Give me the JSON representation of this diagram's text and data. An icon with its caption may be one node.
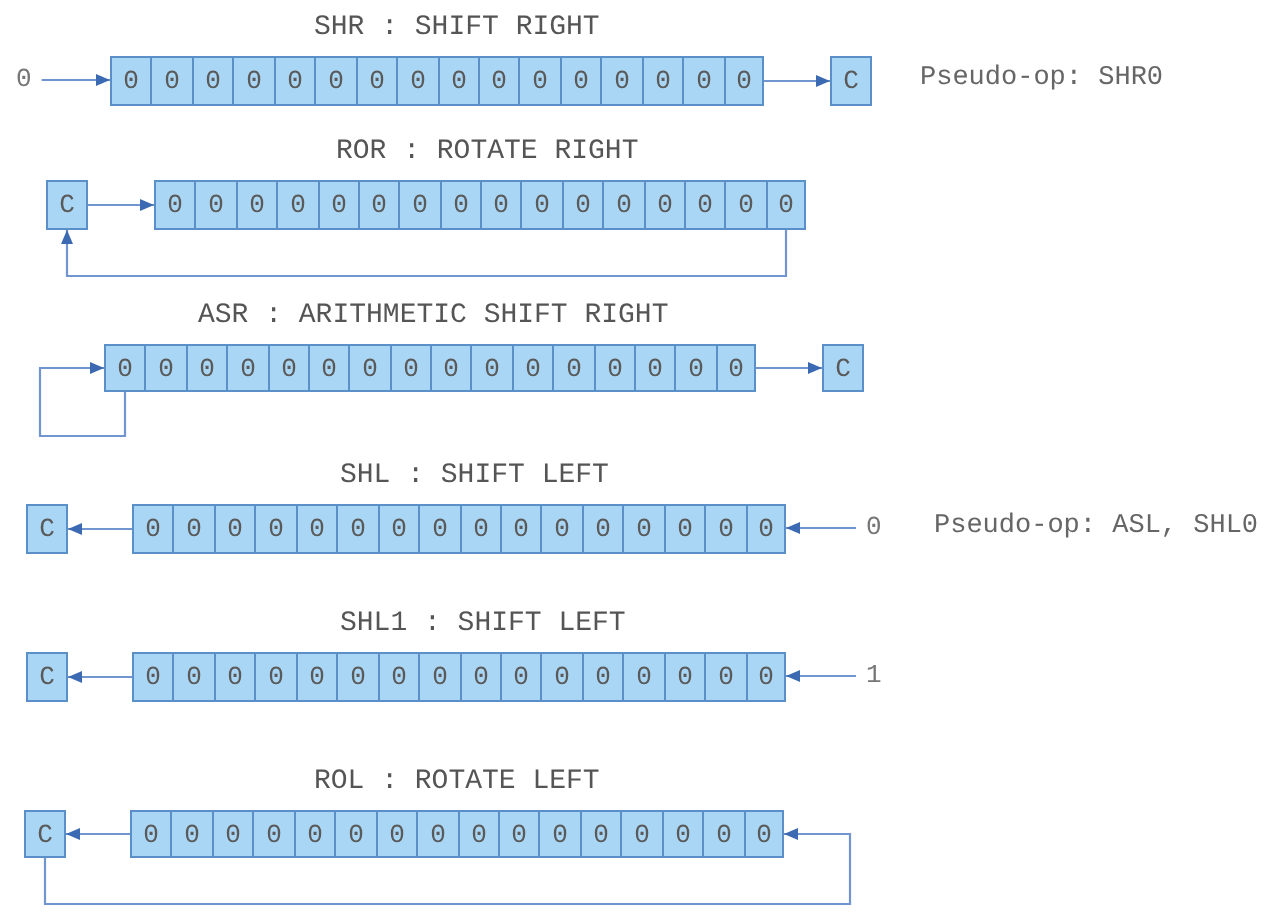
{
  "diagram": {
    "nodes": [
      {
        "text": [
          "SHR : SHIFT RIGHT"
        ]
      },
      {
        "text": [
          "0"
        ],
        "in": 0
      },
      {
        "text": [
          "0"
        ],
        "in": 0
      },
      {
        "text": [
          "0"
        ],
        "in": 0
      },
      {
        "text": [
          "0"
        ],
        "in": 0
      },
      {
        "text": [
          "0"
        ],
        "in": 0
      },
      {
        "text": [
          "0"
        ],
        "in": 0
      },
      {
        "text": [
          "0"
        ],
        "in": 0
      },
      {
        "text": [
          "0"
        ],
        "in": 0
      },
      {
        "text": [
          "0"
        ],
        "in": 0
      },
      {
        "text": [
          "0"
        ],
        "in": 0
      },
      {
        "text": [
          "0"
        ],
        "in": 0
      },
      {
        "text": [
          "0"
        ],
        "in": 0
      },
      {
        "text": [
          "0"
        ],
        "in": 0
      },
      {
        "text": [
          "0"
        ],
        "in": 0
      },
      {
        "text": [
          "0"
        ],
        "in": 0
      },
      {
        "text": [
          "0"
        ],
        "in": 0
      },
      {
        "text": [
          "0"
        ]
      },
      {
        "text": [
          "C"
        ]
      },
      {
        "text": [
          "ROR : ROTATE RIGHT"
        ]
      },
      {
        "text": [
          "0"
        ],
        "in": 19
      },
      {
        "text": [
          "0"
        ],
        "in": 19
      },
      {
        "text": [
          "0"
        ],
        "in": 19
      },
      {
        "text": [
          "0"
        ],
        "in": 19
      },
      {
        "text": [
          "0"
        ],
        "in": 19
      },
      {
        "text": [
          "0"
        ],
        "in": 19
      },
      {
        "text": [
          "0"
        ],
        "in": 19
      },
      {
        "text": [
          "0"
        ],
        "in": 19
      },
      {
        "text": [
          "0"
        ],
        "in": 19
      },
      {
        "text": [
          "0"
        ],
        "in": 19
      },
      {
        "text": [
          "0"
        ],
        "in": 19
      },
      {
        "text": [
          "0"
        ],
        "in": 19
      },
      {
        "text": [
          "0"
        ],
        "in": 19
      },
      {
        "text": [
          "0"
        ],
        "in": 19
      },
      {
        "text": [
          "0"
        ],
        "in": 19
      },
      {
        "text": [
          "0"
        ],
        "in": 19
      },
      {
        "text": [
          "C"
        ]
      },
      {
        "text": [
          "ASR : ARITHMETIC SHIFT RIGHT"
        ]
      },
      {
        "text": [
          "0"
        ],
        "in": 37
      },
      {
        "text": [
          "0"
        ],
        "in": 37
      },
      {
        "text": [
          "0"
        ],
        "in": 37
      },
      {
        "text": [
          "0"
        ],
        "in": 37
      },
      {
        "text": [
          "0"
        ],
        "in": 37
      },
      {
        "text": [
          "0"
        ],
        "in": 37
      },
      {
        "text": [
          "0"
        ],
        "in": 37
      },
      {
        "text": [
          "0"
        ],
        "in": 37
      },
      {
        "text": [
          "0"
        ],
        "in": 37
      },
      {
        "text": [
          "0"
        ],
        "in": 37
      },
      {
        "text": [
          "0"
        ],
        "in": 37
      },
      {
        "text": [
          "0"
        ],
        "in": 37
      },
      {
        "text": [
          "0"
        ],
        "in": 37
      },
      {
        "text": [
          "0"
        ],
        "in": 37
      },
      {
        "text": [
          "0"
        ],
        "in": 37
      },
      {
        "text": [
          "0"
        ],
        "in": 37
      },
      {
        "text": [
          "C"
        ]
      },
      {
        "text": [
          "SHL : SHIFT LEFT"
        ]
      },
      {
        "text": [
          "0"
        ],
        "in": 55
      },
      {
        "text": [
          "0"
        ],
        "in": 55
      },
      {
        "text": [
          "0"
        ],
        "in": 55
      },
      {
        "text": [
          "0"
        ],
        "in": 55
      },
      {
        "text": [
          "0"
        ],
        "in": 55
      },
      {
        "text": [
          "0"
        ],
        "in": 55
      },
      {
        "text": [
          "0"
        ],
        "in": 55
      },
      {
        "text": [
          "0"
        ],
        "in": 55
      },
      {
        "text": [
          "0"
        ],
        "in": 55
      },
      {
        "text": [
          "0"
        ],
        "in": 55
      },
      {
        "text": [
          "0"
        ],
        "in": 55
      },
      {
        "text": [
          "0"
        ],
        "in": 55
      },
      {
        "text": [
          "0"
        ],
        "in": 55
      },
      {
        "text": [
          "0"
        ],
        "in": 55
      },
      {
        "text": [
          "0"
        ],
        "in": 55
      },
      {
        "text": [
          "0"
        ],
        "in": 55
      },
      {
        "text": [
          "C"
        ]
      },
      {
        "text": [
          "0"
        ]
      },
      {
        "text": [
          "SHL1 : SHIFT LEFT"
        ]
      },
      {
        "text": [
          "0"
        ],
        "in": 74
      },
      {
        "text": [
          "0"
        ],
        "in": 74
      },
      {
        "text": [
          "0"
        ],
        "in": 74
      },
      {
        "text": [
          "0"
        ],
        "in": 74
      },
      {
        "text": [
          "0"
        ],
        "in": 74
      },
      {
        "text": [
          "0"
        ],
        "in": 74
      },
      {
        "text": [
          "0"
        ],
        "in": 74
      },
      {
        "text": [
          "0"
        ],
        "in": 74
      },
      {
        "text": [
          "0"
        ],
        "in": 74
      },
      {
        "text": [
          "0"
        ],
        "in": 74
      },
      {
        "text": [
          "0"
        ],
        "in": 74
      },
      {
        "text": [
          "0"
        ],
        "in": 74
      },
      {
        "text": [
          "0"
        ],
        "in": 74
      },
      {
        "text": [
          "0"
        ],
        "in": 74
      },
      {
        "text": [
          "0"
        ],
        "in": 74
      },
      {
        "text": [
          "0"
        ],
        "in": 74
      },
      {
        "text": [
          "C"
        ]
      },
      {
        "text": [
          "1"
        ]
      },
      {
        "text": [
          "ROL : ROTATE LEFT"
        ]
      },
      {
        "text": [
          "0"
        ],
        "in": 93
      },
      {
        "text": [
          "0"
        ],
        "in": 93
      },
      {
        "text": [
          "0"
        ],
        "in": 93
      },
      {
        "text": [
          "0"
        ],
        "in": 93
      },
      {
        "text": [
          "0"
        ],
        "in": 93
      },
      {
        "text": [
          "0"
        ],
        "in": 93
      },
      {
        "text": [
          "0"
        ],
        "in": 93
      },
      {
        "text": [
          "0"
        ],
        "in": 93
      },
      {
        "text": [
          "0"
        ],
        "in": 93
      },
      {
        "text": [
          "0"
        ],
        "in": 93
      },
      {
        "text": [
          "0"
        ],
        "in": 93
      },
      {
        "text": [
          "0"
        ],
        "in": 93
      },
      {
        "text": [
          "0"
        ],
        "in": 93
      },
      {
        "text": [
          "0"
        ],
        "in": 93
      },
      {
        "text": [
          "0"
        ],
        "in": 93
      },
      {
        "text": [
          "0"
        ],
        "in": 93
      },
      {
        "text": [
          "C"
        ]
      }
    ],
    "edges": [
      {
        "from": 17,
        "to": 1,
        "arrow": "to"
      },
      {
        "from": 16,
        "to": 18,
        "arrow": "to"
      },
      {
        "from": 36,
        "to": 20,
        "arrow": "to"
      },
      {
        "from": 35,
        "to": 36,
        "arrow": "to"
      },
      {
        "from": 38,
        "to": 38,
        "arrow": "to"
      },
      {
        "from": 53,
        "to": 54,
        "arrow": "to"
      },
      {
        "from": 56,
        "to": 72,
        "arrow": "to"
      },
      {
        "from": 73,
        "to": 71,
        "arrow": "to"
      },
      {
        "from": 75,
        "to": 91,
        "arrow": "to"
      },
      {
        "from": 92,
        "to": 90,
        "arrow": "to"
      },
      {
        "from": 94,
        "to": 110,
        "arrow": "to"
      },
      {
        "from": 110,
        "to": 109,
        "arrow": "to"
      }
    ],
    "labels": [
      "Pseudo-op: SHR0",
      "Pseudo-op: ASL, SHL0"
    ]
  }
}
